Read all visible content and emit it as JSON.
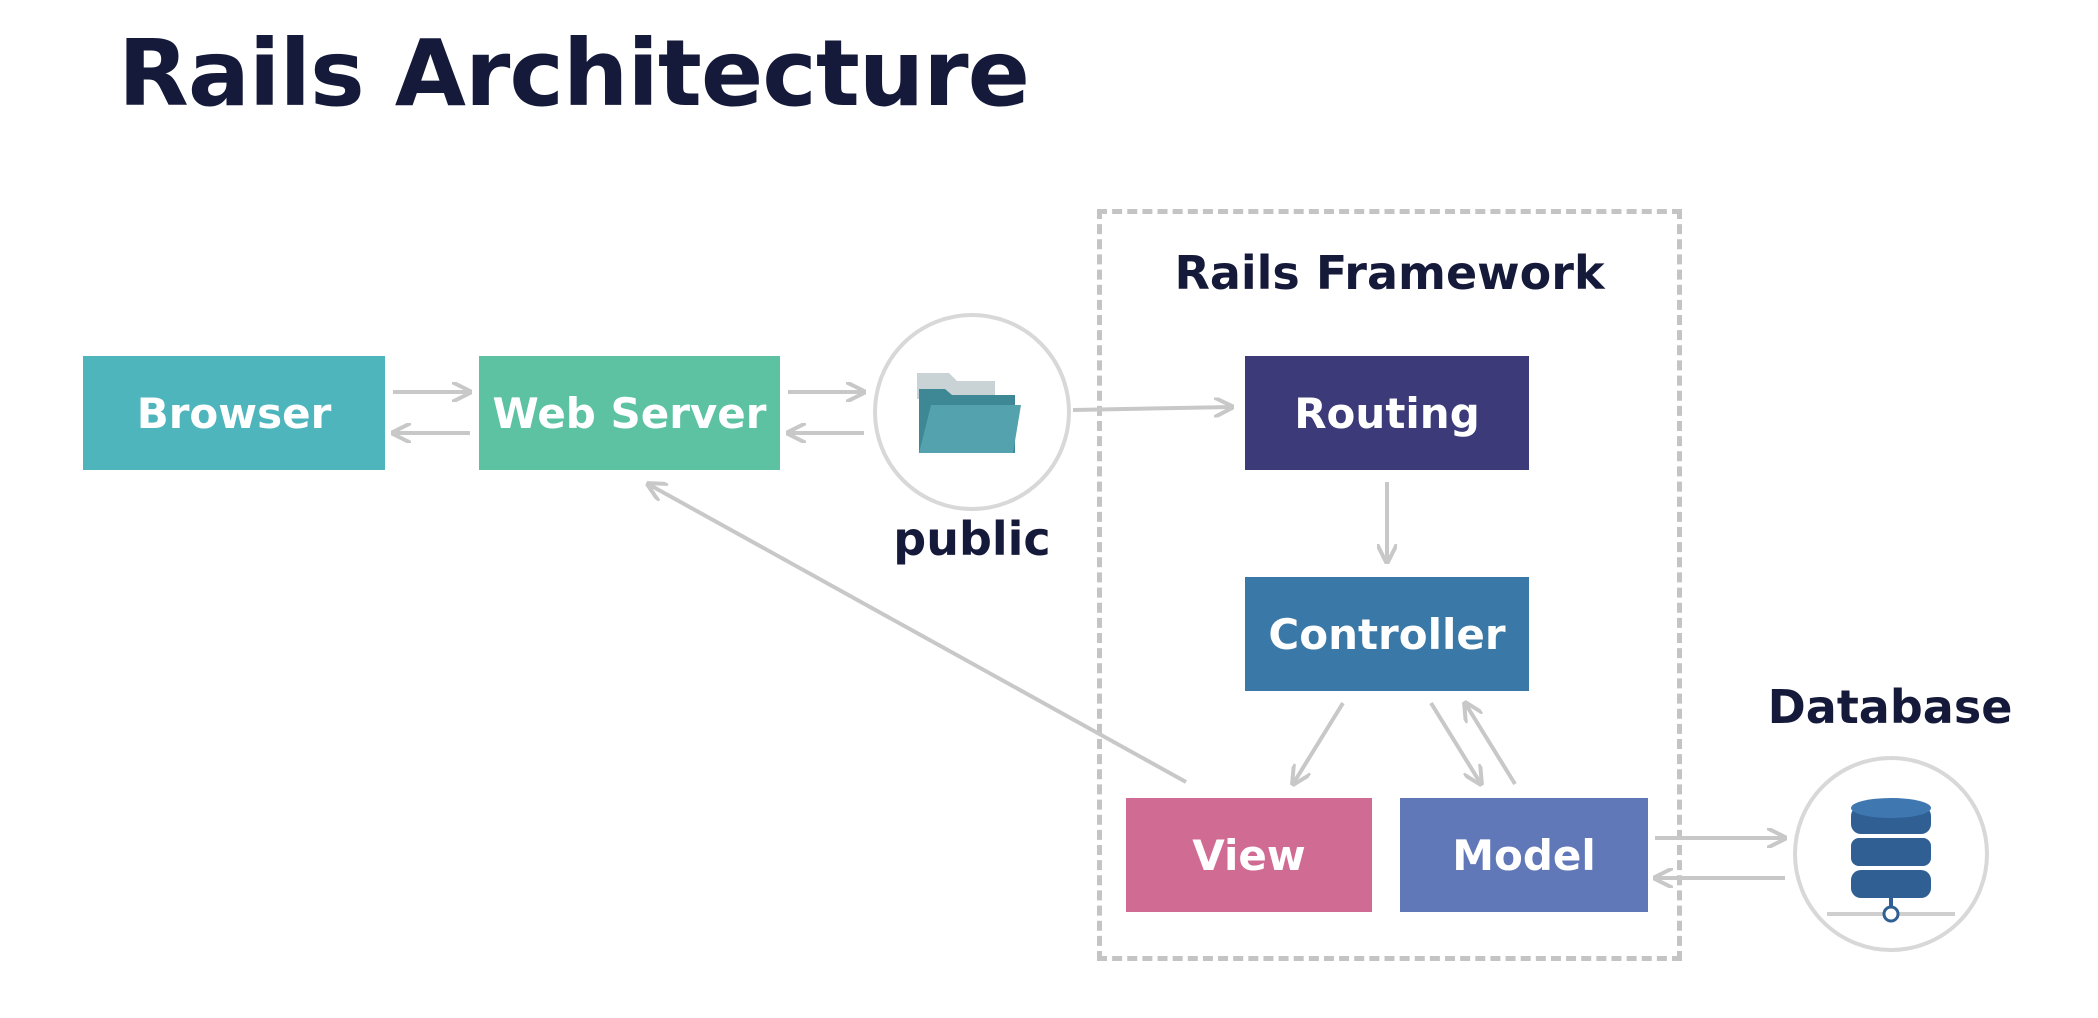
{
  "title": "Rails Architecture",
  "frame_label": "Rails Framework",
  "nodes": {
    "browser": {
      "label": "Browser",
      "color": "#4fb5bc"
    },
    "webserver": {
      "label": "Web Server",
      "color": "#5cc2a2"
    },
    "routing": {
      "label": "Routing",
      "color": "#3c3a78"
    },
    "controller": {
      "label": "Controller",
      "color": "#3a79a7"
    },
    "view": {
      "label": "View",
      "color": "#d06b93"
    },
    "model": {
      "label": "Model",
      "color": "#6077b8"
    }
  },
  "public_label": "public",
  "database_label": "Database",
  "colors": {
    "arrow": "#c8c8c8",
    "folder": "#4f9ba8",
    "database": "#2f5f93",
    "text": "#161a3a"
  }
}
